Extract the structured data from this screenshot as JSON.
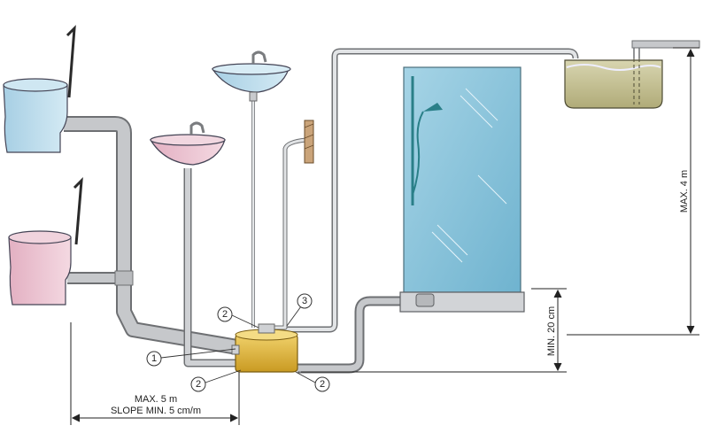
{
  "callouts": {
    "c1": "1",
    "c2a": "2",
    "c2b": "2",
    "c2c": "2",
    "c3": "3"
  },
  "dimensions": {
    "max_height": "MAX. 4 m",
    "min_height": "MIN. 20 cm",
    "max_length": "MAX. 5 m",
    "slope": "SLOPE MIN. 5 cm/m"
  },
  "colors": {
    "pipe": "#c3c5c8",
    "pipe_edge": "#6e7073",
    "toilet_blue": "#b9d9ea",
    "toilet_pink": "#ecc6d2",
    "shower_glass": "#8fc6dc",
    "pump_gold": "#e0b640",
    "tank": "#c9c59a"
  }
}
